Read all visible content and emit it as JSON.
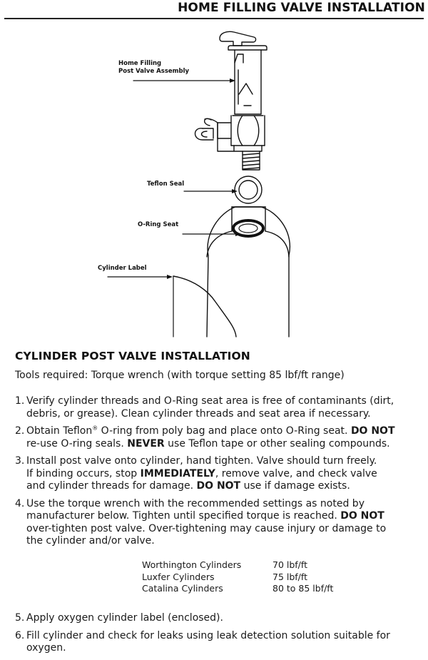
{
  "header": {
    "title": "HOME FILLING VALVE INSTALLATION"
  },
  "diagram": {
    "labels": {
      "valve_line1": "Home Filling",
      "valve_line2": "Post Valve Assembly",
      "teflon_seal": "Teflon Seal",
      "oring_seat": "O-Ring Seat",
      "cylinder_label": "Cylinder Label"
    }
  },
  "section": {
    "title": "CYLINDER POST VALVE INSTALLATION",
    "tools": "Tools required: Torque wrench (with torque setting 85 lbf/ft range)"
  },
  "steps": [
    {
      "num": "1.",
      "l1": "Verify cylinder threads and O-Ring seat area is free of contaminants (dirt,",
      "l2": "debris, or grease).   Clean cylinder threads and seat area if necessary."
    },
    {
      "num": "2.",
      "l1_a": "Obtain Teflon",
      "l1_reg": "®",
      "l1_b": " O-ring from poly bag and place onto O-Ring seat.  ",
      "l1_bold": "DO NOT",
      "l2_a": "re-use O-ring seals.  ",
      "l2_bold": "NEVER",
      "l2_b": " use Teflon tape or other sealing compounds."
    },
    {
      "num": "3.",
      "l1": "Install post valve onto cylinder, hand tighten.  Valve should turn freely.",
      "l2_a": "If binding occurs, stop ",
      "l2_bold": "IMMEDIATELY",
      "l2_b": ", remove valve, and check valve",
      "l3_a": "and cylinder threads for damage.  ",
      "l3_bold": "DO NOT",
      "l3_b": " use if damage exists."
    },
    {
      "num": "4.",
      "l1": "Use the torque wrench with the recommended settings as noted by",
      "l2_a": "manufacturer below. Tighten until specified torque is reached.  ",
      "l2_bold": "DO NOT",
      "l3": "over-tighten post valve.  Over-tightening may cause injury or damage to",
      "l4": "the cylinder and/or valve."
    },
    {
      "num": "5.",
      "l1": "Apply oxygen cylinder label (enclosed)."
    },
    {
      "num": "6.",
      "l1": "Fill cylinder and check for leaks using leak detection solution suitable for",
      "l2": "oxygen."
    }
  ],
  "torque_table": [
    {
      "manufacturer": "Worthington Cylinders",
      "torque": "70 lbf/ft"
    },
    {
      "manufacturer": "Luxfer Cylinders",
      "torque": "75 lbf/ft"
    },
    {
      "manufacturer": "Catalina Cylinders",
      "torque": "80 to 85 lbf/ft"
    }
  ]
}
